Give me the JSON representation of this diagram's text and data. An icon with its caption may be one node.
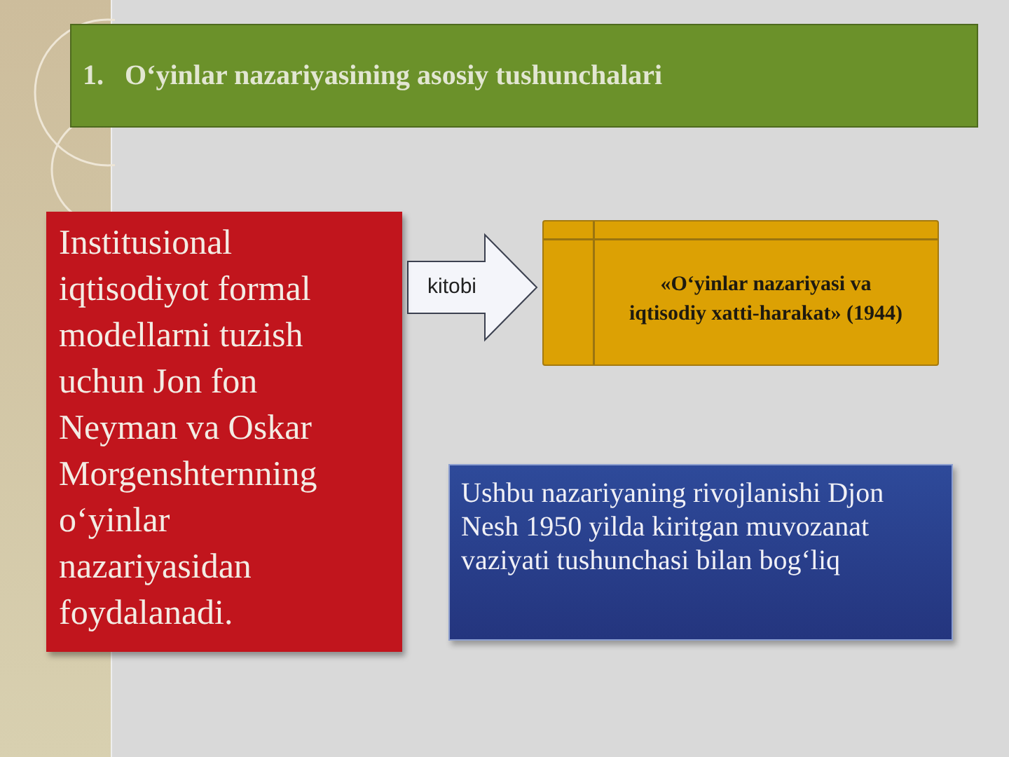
{
  "diagram": {
    "title": "1.   O‘yinlar nazariyasining asosiy tushunchalari",
    "nodes": [
      {
        "text": [
          "Institusional iqtisodiyot formal modellarni tuzish uchun Jon fon Neyman va Oskar Morgenshternning o‘yinlar nazariyasidan foydalanadi."
        ]
      },
      {
        "text": [
          "«O‘yinlar nazariyasi va iqtisodiy xatti-harakat» (1944)"
        ]
      },
      {
        "text": [
          "Ushbu nazariyaning rivojlanishi Djon Nesh  1950 yilda kiritgan muvozanat vaziyati tushunchasi bilan bog‘liq"
        ]
      }
    ],
    "edges": [
      {
        "from": 0,
        "to": 1,
        "arrow": "to",
        "label": "kitobi",
        "style": "thick"
      }
    ]
  }
}
